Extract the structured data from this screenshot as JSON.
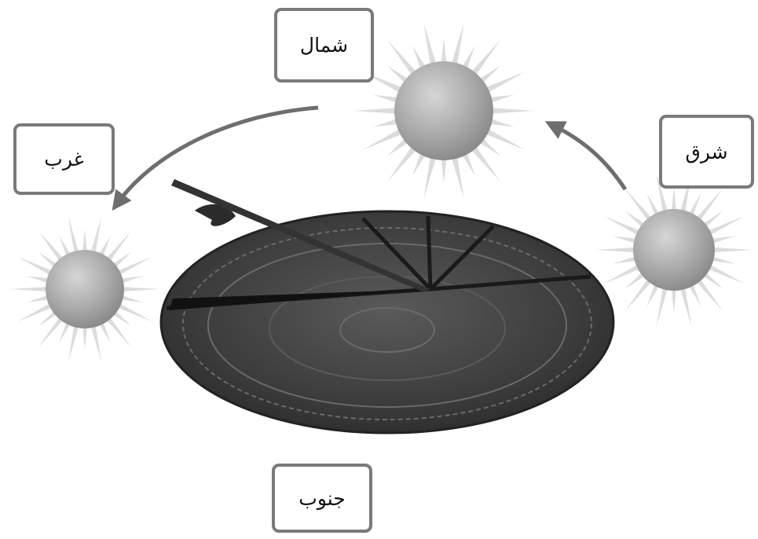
{
  "labels": {
    "north": "شمال",
    "west": "غرب",
    "east": "شرق",
    "south": "جنوب"
  },
  "colors": {
    "box_border": "#7a7a7a",
    "arrow": "#6e6e6e",
    "sun_core": "#a9a9a9",
    "sun_rays": "#dcdcdc",
    "sundial_face": "#3f3f3f",
    "gnomon": "#1a1a1a"
  },
  "icons": {
    "sun": "sun-icon",
    "sundial": "sundial-icon",
    "arrow": "curved-arrow-icon"
  }
}
